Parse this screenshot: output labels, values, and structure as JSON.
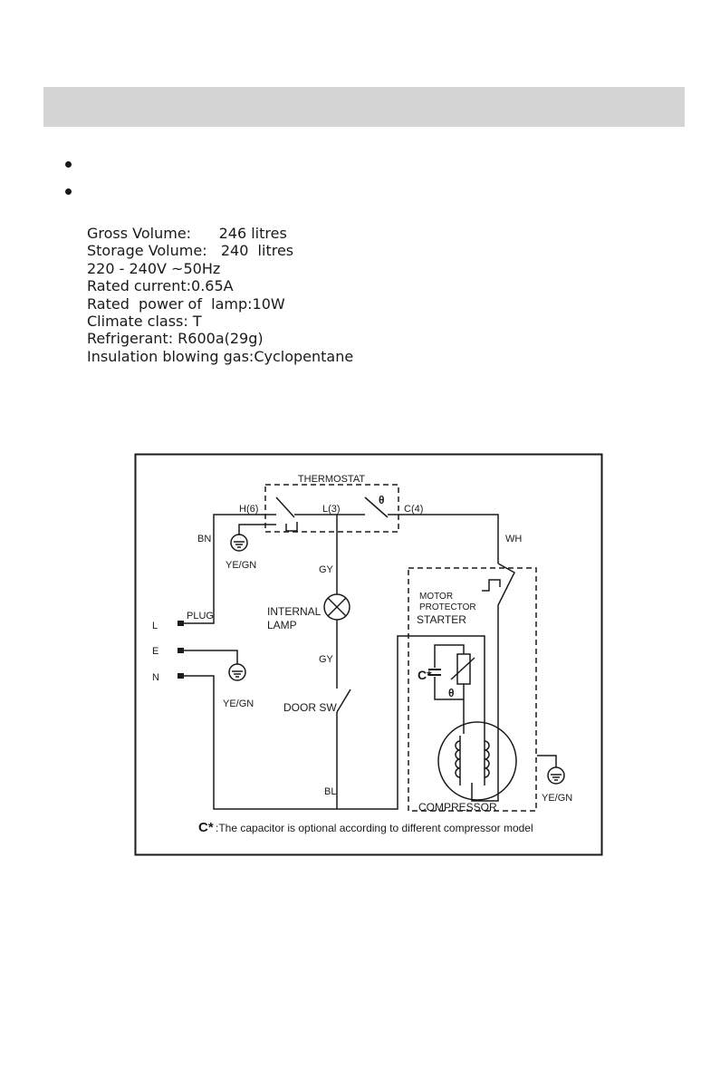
{
  "specs": {
    "gross_volume": "Gross Volume:      246 litres",
    "storage_volume": "Storage Volume:   240  litres",
    "voltage": "220 - 240V ~50Hz",
    "rated_current": "Rated current:0.65A",
    "lamp_power": "Rated  power of  lamp:10W",
    "climate_class": "Climate class: T",
    "refrigerant": "Refrigerant: R600a(29g)",
    "insulation_gas": "Insulation blowing gas:Cyclopentane"
  },
  "diagram": {
    "thermostat": "THERMOSTAT",
    "h6": "H(6)",
    "l3": "L(3)",
    "c4": "C(4)",
    "theta": "θ",
    "bn": "BN",
    "wh": "WH",
    "gy": "GY",
    "bl": "BL",
    "ye_gn": "YE/GN",
    "plug": "PLUG",
    "terminal_l": "L",
    "terminal_e": "E",
    "terminal_n": "N",
    "internal": "INTERNAL",
    "lamp": "LAMP",
    "door_sw": "DOOR SW.",
    "motor": "MOTOR",
    "protector": "PROTECTOR",
    "starter": "STARTER",
    "capacitor_mark": "C*",
    "compressor": "COMPRESSOR",
    "footnote_mark": "C*",
    "footnote_text": ":The capacitor is optional according to different compressor model"
  }
}
